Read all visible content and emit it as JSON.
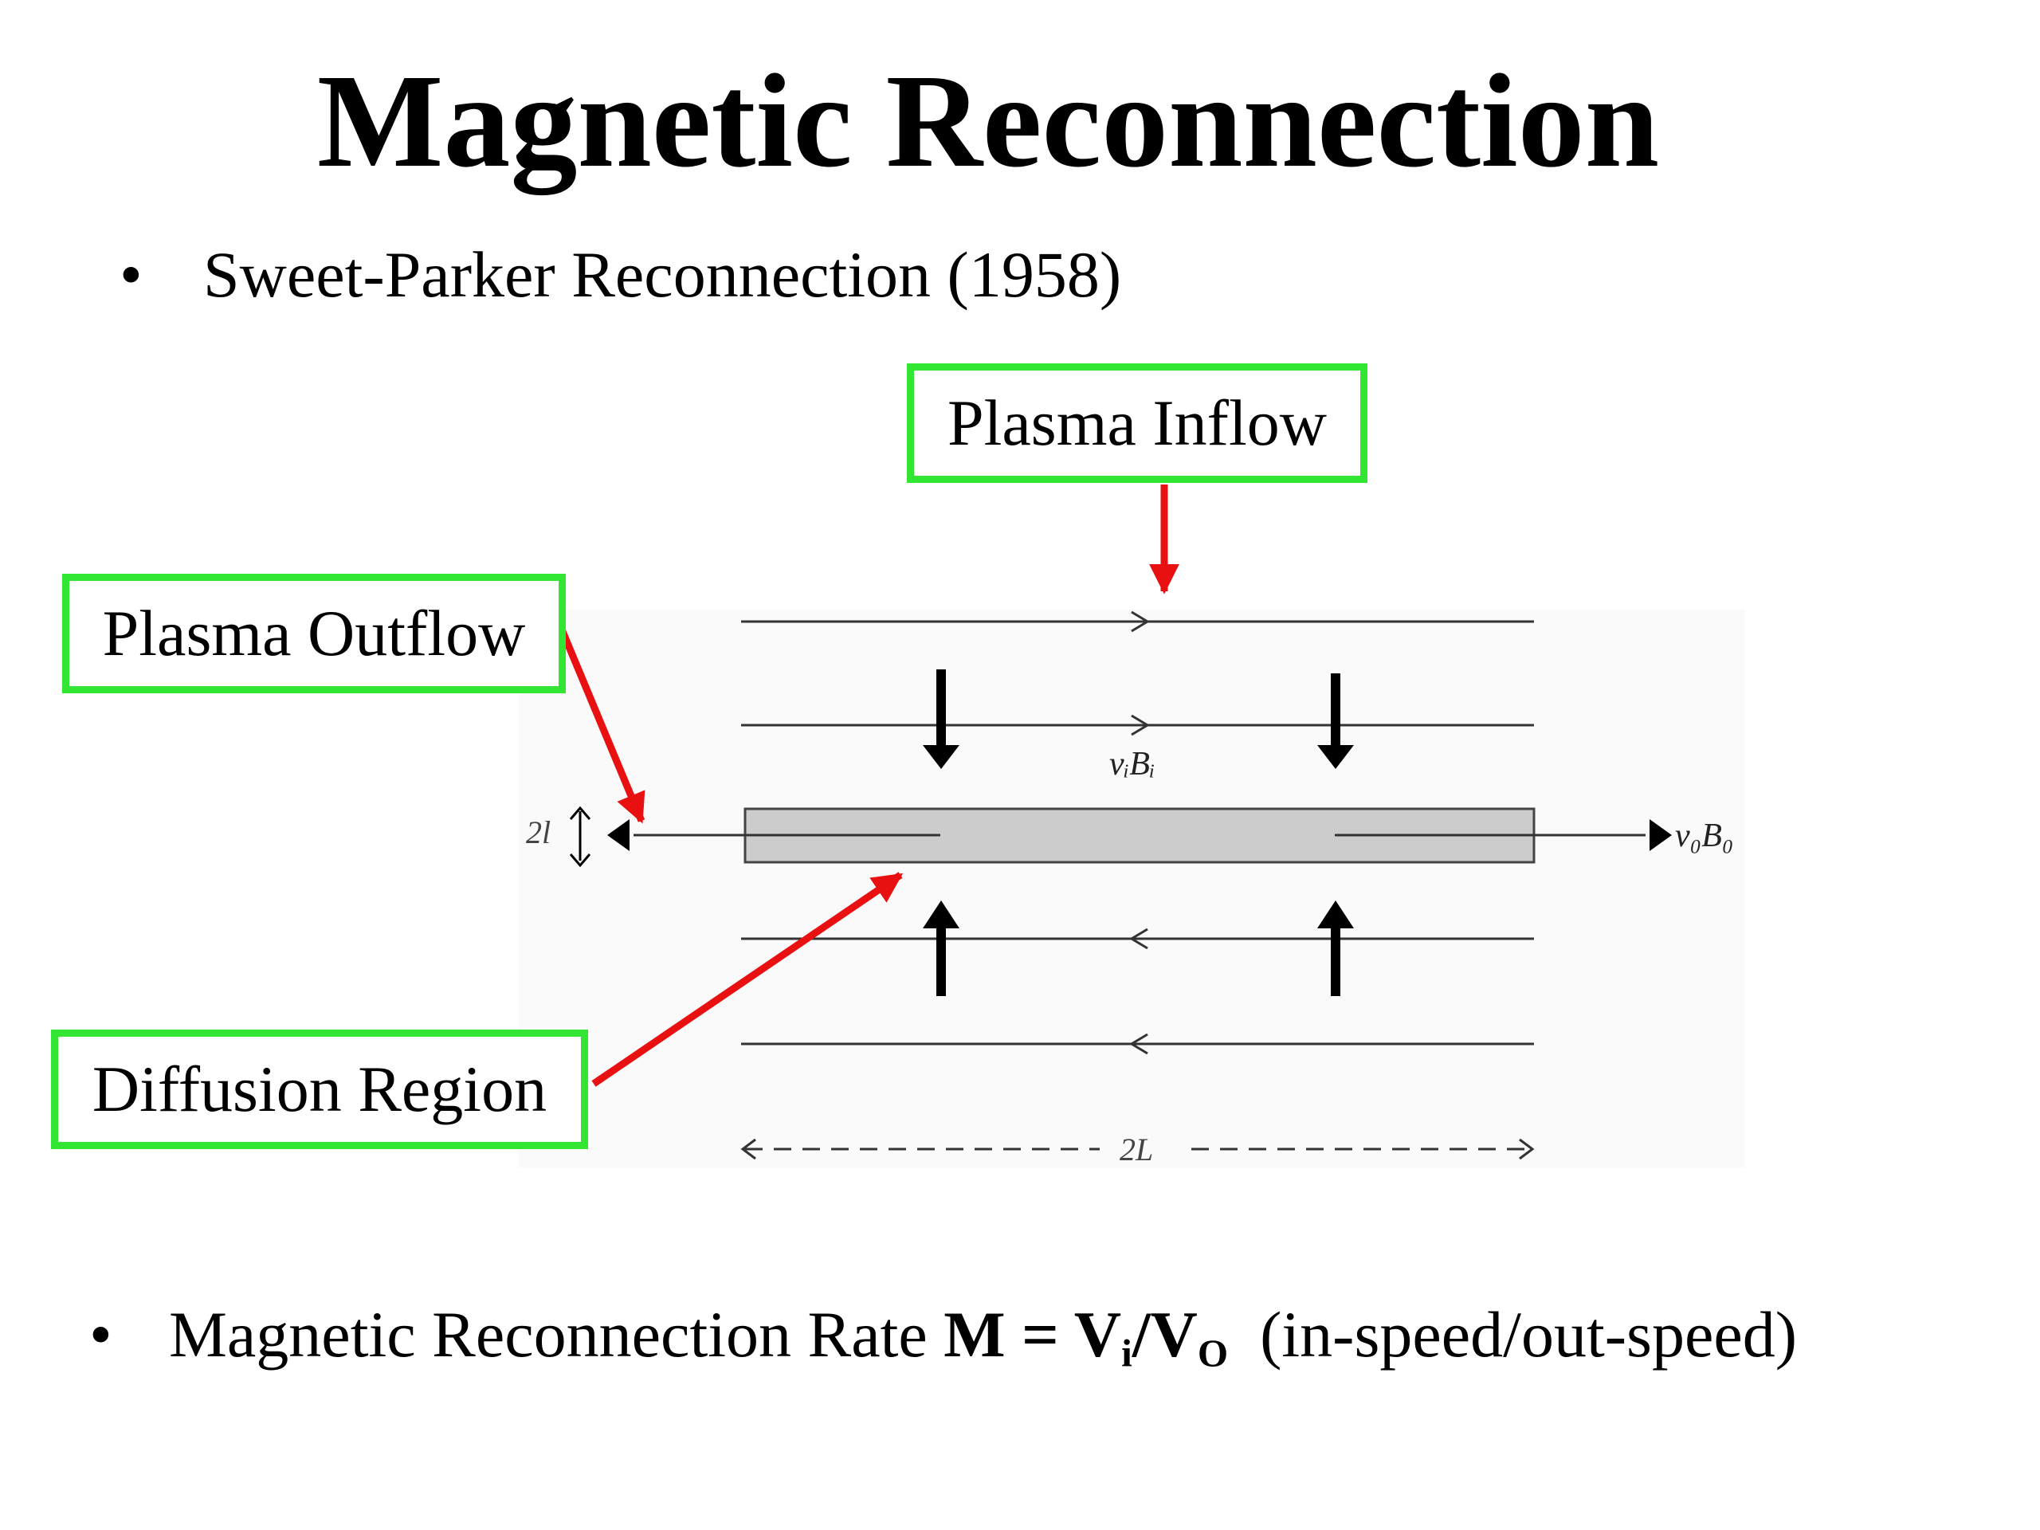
{
  "slide": {
    "title": "Magnetic Reconnection",
    "bullet_1": "Sweet-Parker Reconnection (1958)",
    "bullet_2": {
      "text": "Magnetic Reconnection Rate",
      "M": "M = V",
      "sub_i": "i",
      "slash": "/V",
      "sub_o": "O",
      "note": "(in-speed/out-speed)"
    },
    "bullet_glyph": "•"
  },
  "diagram": {
    "callouts": {
      "inflow": "Plasma Inflow",
      "outflow": "Plasma Outflow",
      "diffusion": "Diffusion Region"
    },
    "labels": {
      "thickness": "2l",
      "length": "2L",
      "inflow_var": "vᵢBᵢ",
      "outflow_var": "v₀B₀"
    },
    "colors": {
      "callout_border": "#33e633",
      "pointer_arrow": "#e81010",
      "diffusion_fill": "#cccccc",
      "panel_bg": "#fafafa"
    }
  }
}
